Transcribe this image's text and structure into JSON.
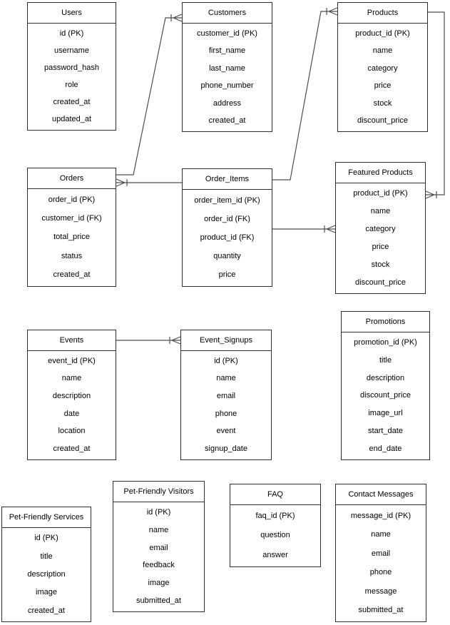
{
  "colors": {
    "background": "#ffffff",
    "entity_fill": "#ffffff",
    "entity_border": "#2e2e2e",
    "connector": "#4d4d4d",
    "text": "#000000"
  },
  "tables": {
    "users": {
      "title": "Users",
      "fields": [
        "id (PK)",
        "username",
        "password_hash",
        "role",
        "created_at",
        "updated_at"
      ]
    },
    "customers": {
      "title": "Customers",
      "fields": [
        "customer_id (PK)",
        "first_name",
        "last_name",
        "phone_number",
        "address",
        "created_at"
      ]
    },
    "products": {
      "title": "Products",
      "fields": [
        "product_id (PK)",
        "name",
        "category",
        "price",
        "stock",
        "discount_price"
      ]
    },
    "orders": {
      "title": "Orders",
      "fields": [
        "order_id (PK)",
        "customer_id (FK)",
        "total_price",
        "status",
        "created_at"
      ]
    },
    "order_items": {
      "title": "Order_Items",
      "fields": [
        "order_item_id (PK)",
        "order_id (FK)",
        "product_id (FK)",
        "quantity",
        "price"
      ]
    },
    "featured_products": {
      "title": "Featured Products",
      "fields": [
        "product_id (PK)",
        "name",
        "category",
        "price",
        "stock",
        "discount_price"
      ]
    },
    "events": {
      "title": "Events",
      "fields": [
        "event_id (PK)",
        "name",
        "description",
        "date",
        "location",
        "created_at"
      ]
    },
    "event_signups": {
      "title": "Event_Signups",
      "fields": [
        "id (PK)",
        "name",
        "email",
        "phone",
        "event",
        "signup_date"
      ]
    },
    "promotions": {
      "title": "Promotions",
      "fields": [
        "promotion_id (PK)",
        "title",
        "description",
        "discount_price",
        "image_url",
        "start_date",
        "end_date"
      ]
    },
    "pet_friendly_services": {
      "title": "Pet-Friendly Services",
      "fields": [
        "id (PK)",
        "title",
        "description",
        "image",
        "created_at"
      ]
    },
    "pet_friendly_visitors": {
      "title": "Pet-Friendly Visitors",
      "fields": [
        "id (PK)",
        "name",
        "email",
        "feedback",
        "image",
        "submitted_at"
      ]
    },
    "faq": {
      "title": "FAQ",
      "fields": [
        "faq_id (PK)",
        "question",
        "answer"
      ]
    },
    "contact_messages": {
      "title": "Contact Messages",
      "fields": [
        "message_id (PK)",
        "name",
        "email",
        "phone",
        "message",
        "submitted_at"
      ]
    }
  },
  "relationships": [
    {
      "from": "Orders",
      "to": "Customers",
      "crow_foot_at": "Customers"
    },
    {
      "from": "Order_Items",
      "to": "Orders",
      "crow_foot_at": "Orders"
    },
    {
      "from": "Order_Items",
      "to": "Products",
      "crow_foot_at": "Products"
    },
    {
      "from": "Order_Items",
      "to": "Featured Products",
      "crow_foot_at": "Featured Products"
    },
    {
      "from": "Products",
      "to": "Featured Products",
      "crow_foot_at": "Featured Products"
    },
    {
      "from": "Events",
      "to": "Event_Signups",
      "crow_foot_at": "Event_Signups"
    }
  ]
}
